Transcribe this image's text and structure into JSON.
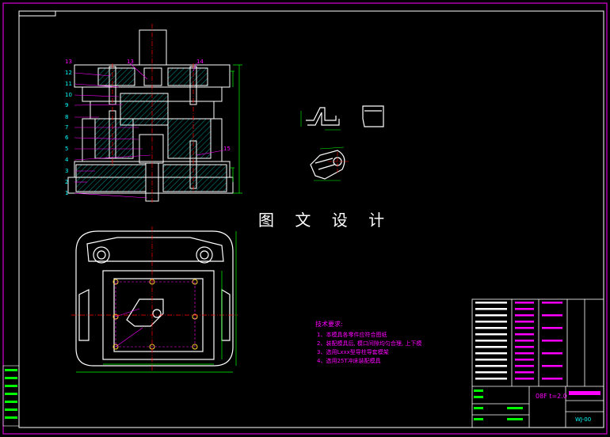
{
  "drawing": {
    "watermark": "图 文 设 计",
    "tech_requirements": {
      "title": "技术要求:",
      "items": [
        "1、本模具各零件应符合图纸",
        "2、装配模具后, 模口间隙均匀合理, 上下模",
        "3、选用Lxxx型导柱导套模架",
        "4、选用25T冲床装配模具"
      ]
    },
    "part_numbers": [
      "13",
      "12",
      "11",
      "10",
      "9",
      "8",
      "7",
      "6",
      "5",
      "4",
      "3",
      "2",
      "1"
    ],
    "part_numbers_right": [
      "14",
      "15"
    ],
    "top_labels": [
      "13",
      "14"
    ],
    "title_block": {
      "scale": "08F t=2.0",
      "drawing_code": "WJ-00"
    }
  },
  "colors": {
    "background": "#000000",
    "outline": "#ffffff",
    "dimension": "#00ff00",
    "centerline": "#ff0000",
    "label": "#ff00ff",
    "accent": "#00ffff",
    "frame": "#ff00ff",
    "hatch": "#00ffff"
  }
}
